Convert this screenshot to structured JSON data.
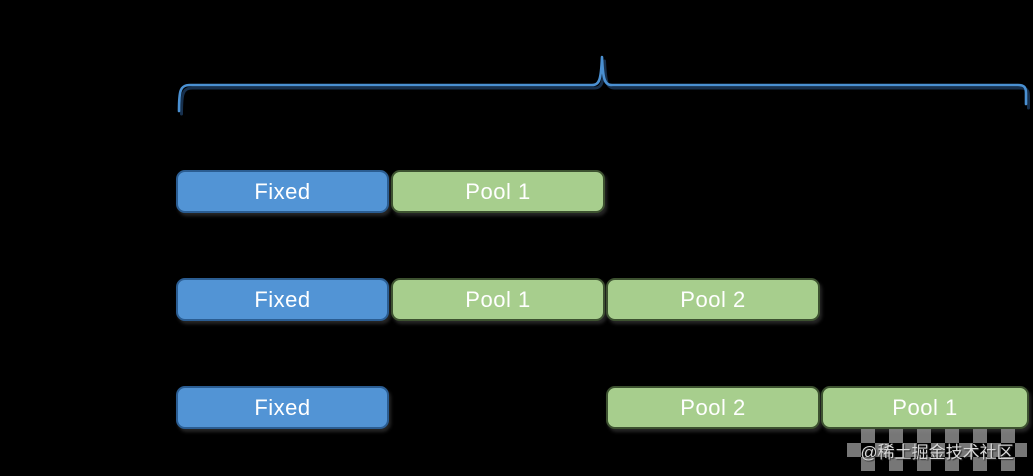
{
  "diagram": {
    "background": "#000000",
    "description_visible_text_only": "three stacked memory-layout rows under one top brace",
    "brace": {
      "color_light": "#4a90d2",
      "color_shadow": "#17304d"
    },
    "colors": {
      "fixed_fill": "#5294d5",
      "fixed_border": "#2b5d92",
      "pool_fill": "#a7ce8d",
      "pool_border": "#3d5230",
      "text": "#ffffff",
      "background": "#000000"
    },
    "rows": [
      {
        "segments": [
          {
            "label": "Fixed"
          },
          {
            "label": "Pool 1"
          }
        ]
      },
      {
        "segments": [
          {
            "label": "Fixed"
          },
          {
            "label": "Pool 1"
          },
          {
            "label": "Pool 2"
          }
        ]
      },
      {
        "segments": [
          {
            "label": "Fixed"
          },
          {
            "label": "Pool 2"
          },
          {
            "label": "Pool 1"
          }
        ]
      }
    ],
    "watermark": {
      "text": "@稀土掘金技术社区"
    }
  }
}
